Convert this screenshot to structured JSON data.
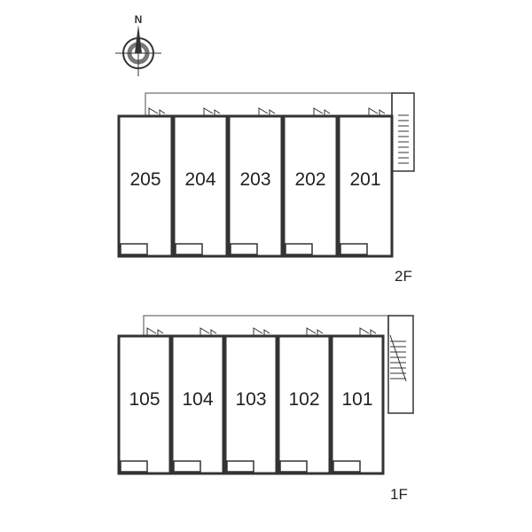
{
  "compass": {
    "north_label": "N"
  },
  "floors": [
    {
      "label": "2F",
      "units": [
        "205",
        "204",
        "203",
        "202",
        "201"
      ]
    },
    {
      "label": "1F",
      "units": [
        "105",
        "104",
        "103",
        "102",
        "101"
      ]
    }
  ],
  "colors": {
    "wall": "#333333",
    "corridor": "#888888",
    "text": "#222222"
  }
}
